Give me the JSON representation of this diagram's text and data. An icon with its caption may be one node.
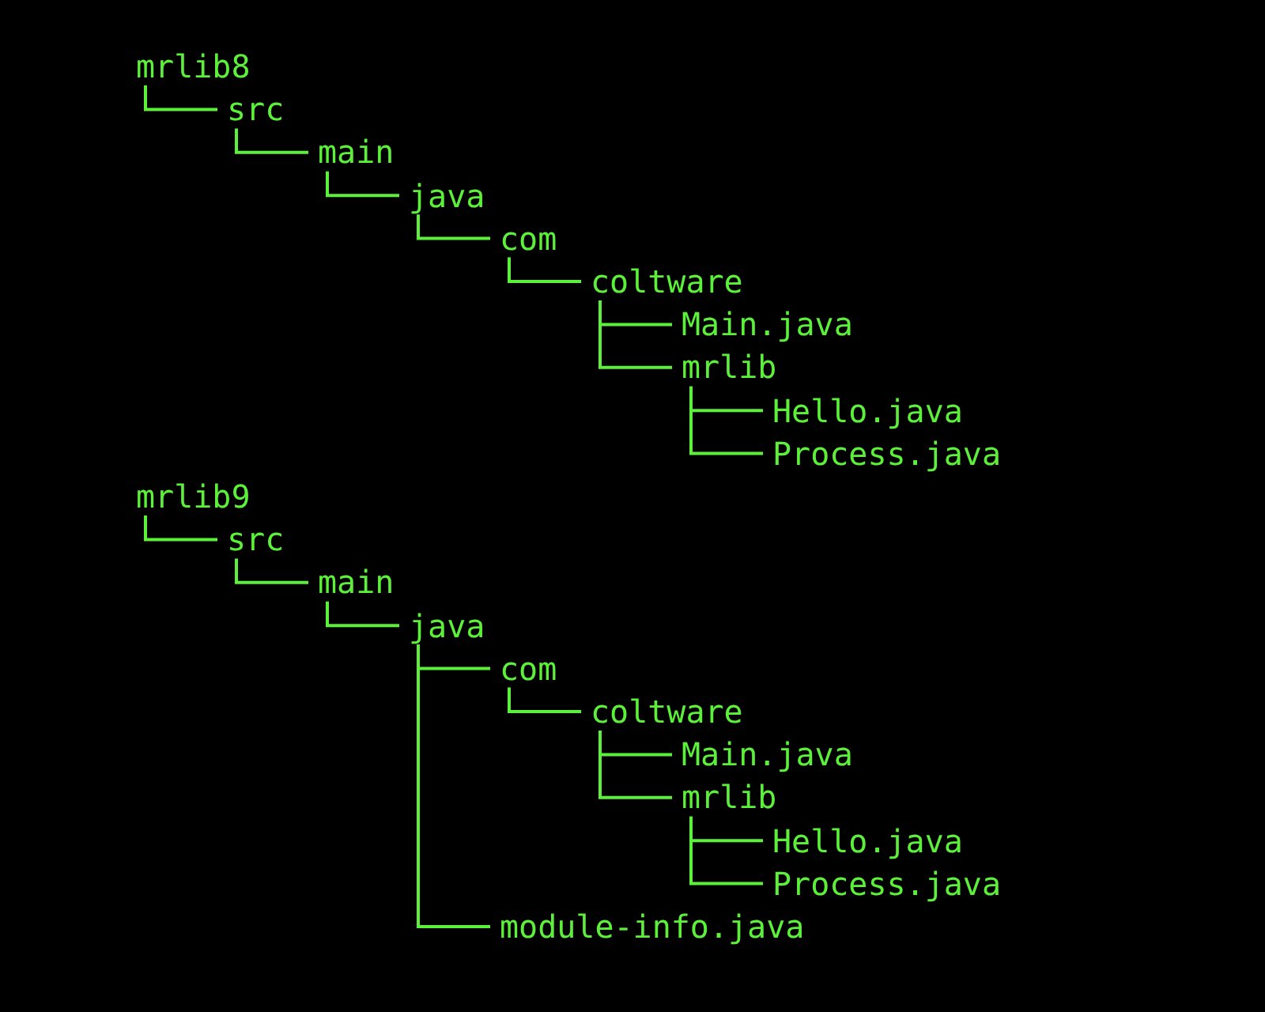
{
  "diagram": {
    "nodes": [
      {
        "text": [
          "mrlib8"
        ]
      },
      {
        "text": [
          "src"
        ]
      },
      {
        "text": [
          "main"
        ]
      },
      {
        "text": [
          "java"
        ]
      },
      {
        "text": [
          "com"
        ]
      },
      {
        "text": [
          "coltware"
        ]
      },
      {
        "text": [
          "Main.java"
        ]
      },
      {
        "text": [
          "mrlib"
        ]
      },
      {
        "text": [
          "Hello.java"
        ]
      },
      {
        "text": [
          "Process.java"
        ]
      },
      {
        "text": [
          "mrlib9"
        ]
      },
      {
        "text": [
          "src"
        ]
      },
      {
        "text": [
          "main"
        ]
      },
      {
        "text": [
          "java"
        ]
      },
      {
        "text": [
          "com"
        ]
      },
      {
        "text": [
          "coltware"
        ]
      },
      {
        "text": [
          "Main.java"
        ]
      },
      {
        "text": [
          "mrlib"
        ]
      },
      {
        "text": [
          "Hello.java"
        ]
      },
      {
        "text": [
          "Process.java"
        ]
      },
      {
        "text": [
          "module-info.java"
        ]
      }
    ],
    "edges": [
      {
        "from": 0,
        "to": 1,
        "arrow": "none"
      },
      {
        "from": 1,
        "to": 2,
        "arrow": "none"
      },
      {
        "from": 2,
        "to": 3,
        "arrow": "none"
      },
      {
        "from": 3,
        "to": 4,
        "arrow": "none"
      },
      {
        "from": 4,
        "to": 5,
        "arrow": "none"
      },
      {
        "from": 5,
        "to": 6,
        "arrow": "none"
      },
      {
        "from": 5,
        "to": 7,
        "arrow": "none"
      },
      {
        "from": 7,
        "to": 8,
        "arrow": "none"
      },
      {
        "from": 7,
        "to": 9,
        "arrow": "none"
      },
      {
        "from": 10,
        "to": 11,
        "arrow": "none"
      },
      {
        "from": 11,
        "to": 12,
        "arrow": "none"
      },
      {
        "from": 12,
        "to": 13,
        "arrow": "none"
      },
      {
        "from": 13,
        "to": 14,
        "arrow": "none"
      },
      {
        "from": 14,
        "to": 15,
        "arrow": "none"
      },
      {
        "from": 15,
        "to": 16,
        "arrow": "none"
      },
      {
        "from": 15,
        "to": 17,
        "arrow": "none"
      },
      {
        "from": 17,
        "to": 18,
        "arrow": "none"
      },
      {
        "from": 17,
        "to": 19,
        "arrow": "none"
      },
      {
        "from": 13,
        "to": 20,
        "arrow": "none"
      }
    ]
  }
}
